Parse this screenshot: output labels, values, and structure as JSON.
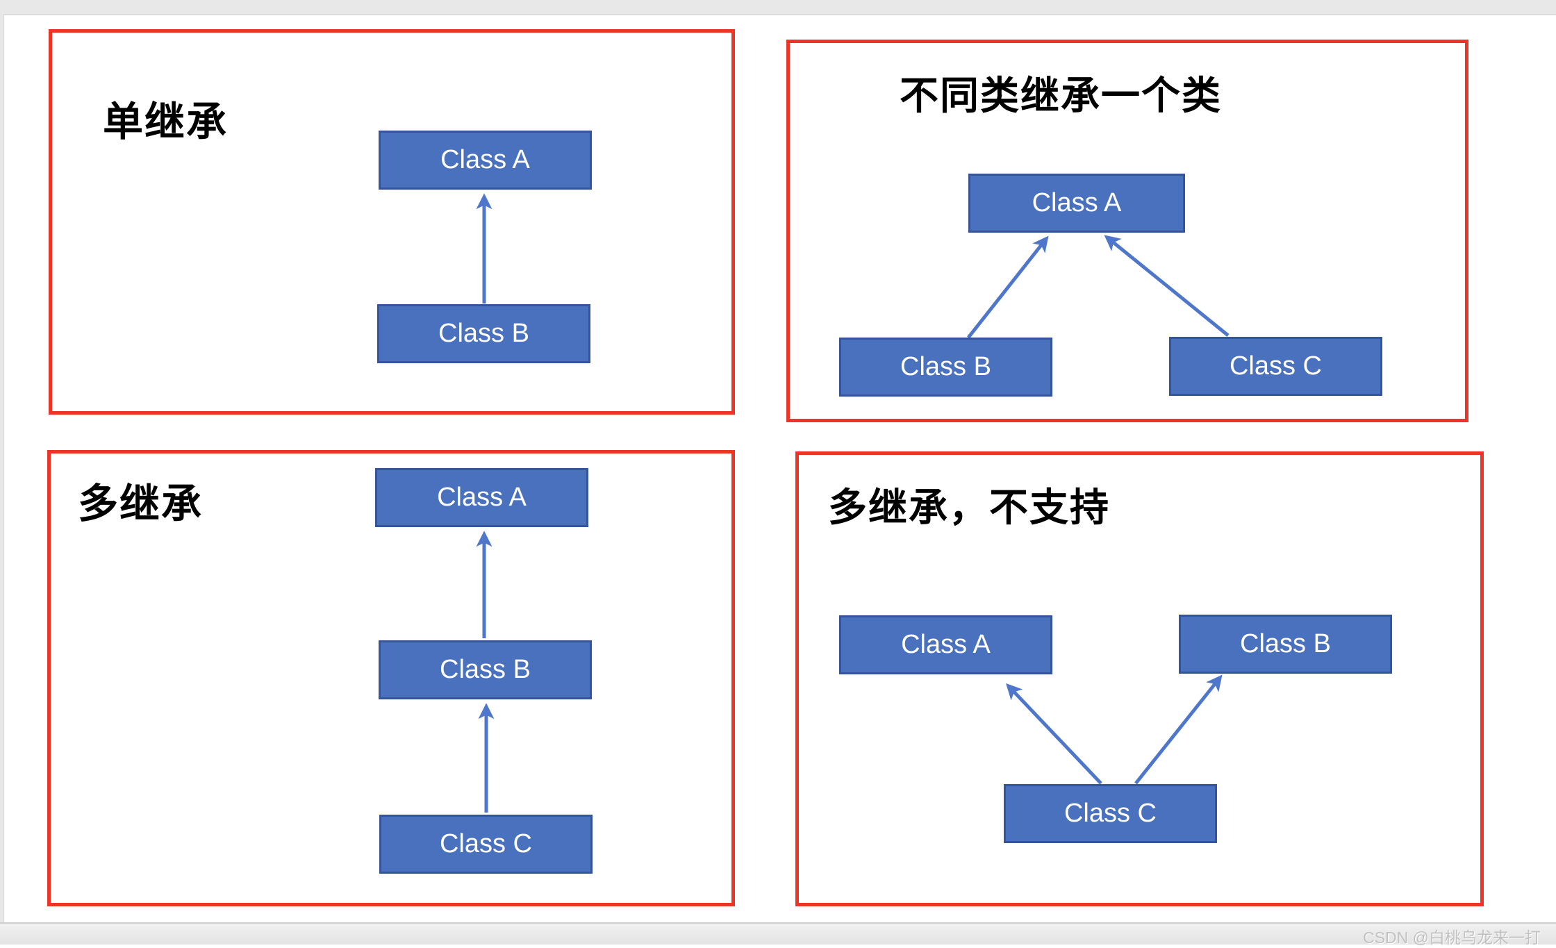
{
  "page": {
    "watermark": "CSDN @白桃乌龙来一打"
  },
  "colors": {
    "panel_border_red": "#ec3526",
    "node_fill_blue": "#4a71be",
    "node_border_blue": "#34549c",
    "arrow_blue": "#4e76ca",
    "title_text": "#000000",
    "node_text": "#ffffff",
    "frame_gray": "#e8e8e8",
    "watermark_gray": "#c2c1c1"
  },
  "panels": [
    {
      "name": "single-inheritance",
      "title": "单继承",
      "nodes": [
        {
          "label": "Class A"
        },
        {
          "label": "Class B"
        }
      ],
      "edges": [
        {
          "from": "Class B",
          "to": "Class A"
        }
      ]
    },
    {
      "name": "different-classes-inherit-one-class",
      "title": "不同类继承一个类",
      "nodes": [
        {
          "label": "Class A"
        },
        {
          "label": "Class B"
        },
        {
          "label": "Class C"
        }
      ],
      "edges": [
        {
          "from": "Class B",
          "to": "Class A"
        },
        {
          "from": "Class C",
          "to": "Class A"
        }
      ]
    },
    {
      "name": "multi-level-inheritance",
      "title": "多继承",
      "nodes": [
        {
          "label": "Class A"
        },
        {
          "label": "Class B"
        },
        {
          "label": "Class C"
        }
      ],
      "edges": [
        {
          "from": "Class B",
          "to": "Class A"
        },
        {
          "from": "Class C",
          "to": "Class B"
        }
      ]
    },
    {
      "name": "multiple-inheritance-not-supported",
      "title": "多继承，不支持",
      "nodes": [
        {
          "label": "Class A"
        },
        {
          "label": "Class B"
        },
        {
          "label": "Class C"
        }
      ],
      "edges": [
        {
          "from": "Class C",
          "to": "Class A"
        },
        {
          "from": "Class C",
          "to": "Class B"
        }
      ]
    }
  ]
}
